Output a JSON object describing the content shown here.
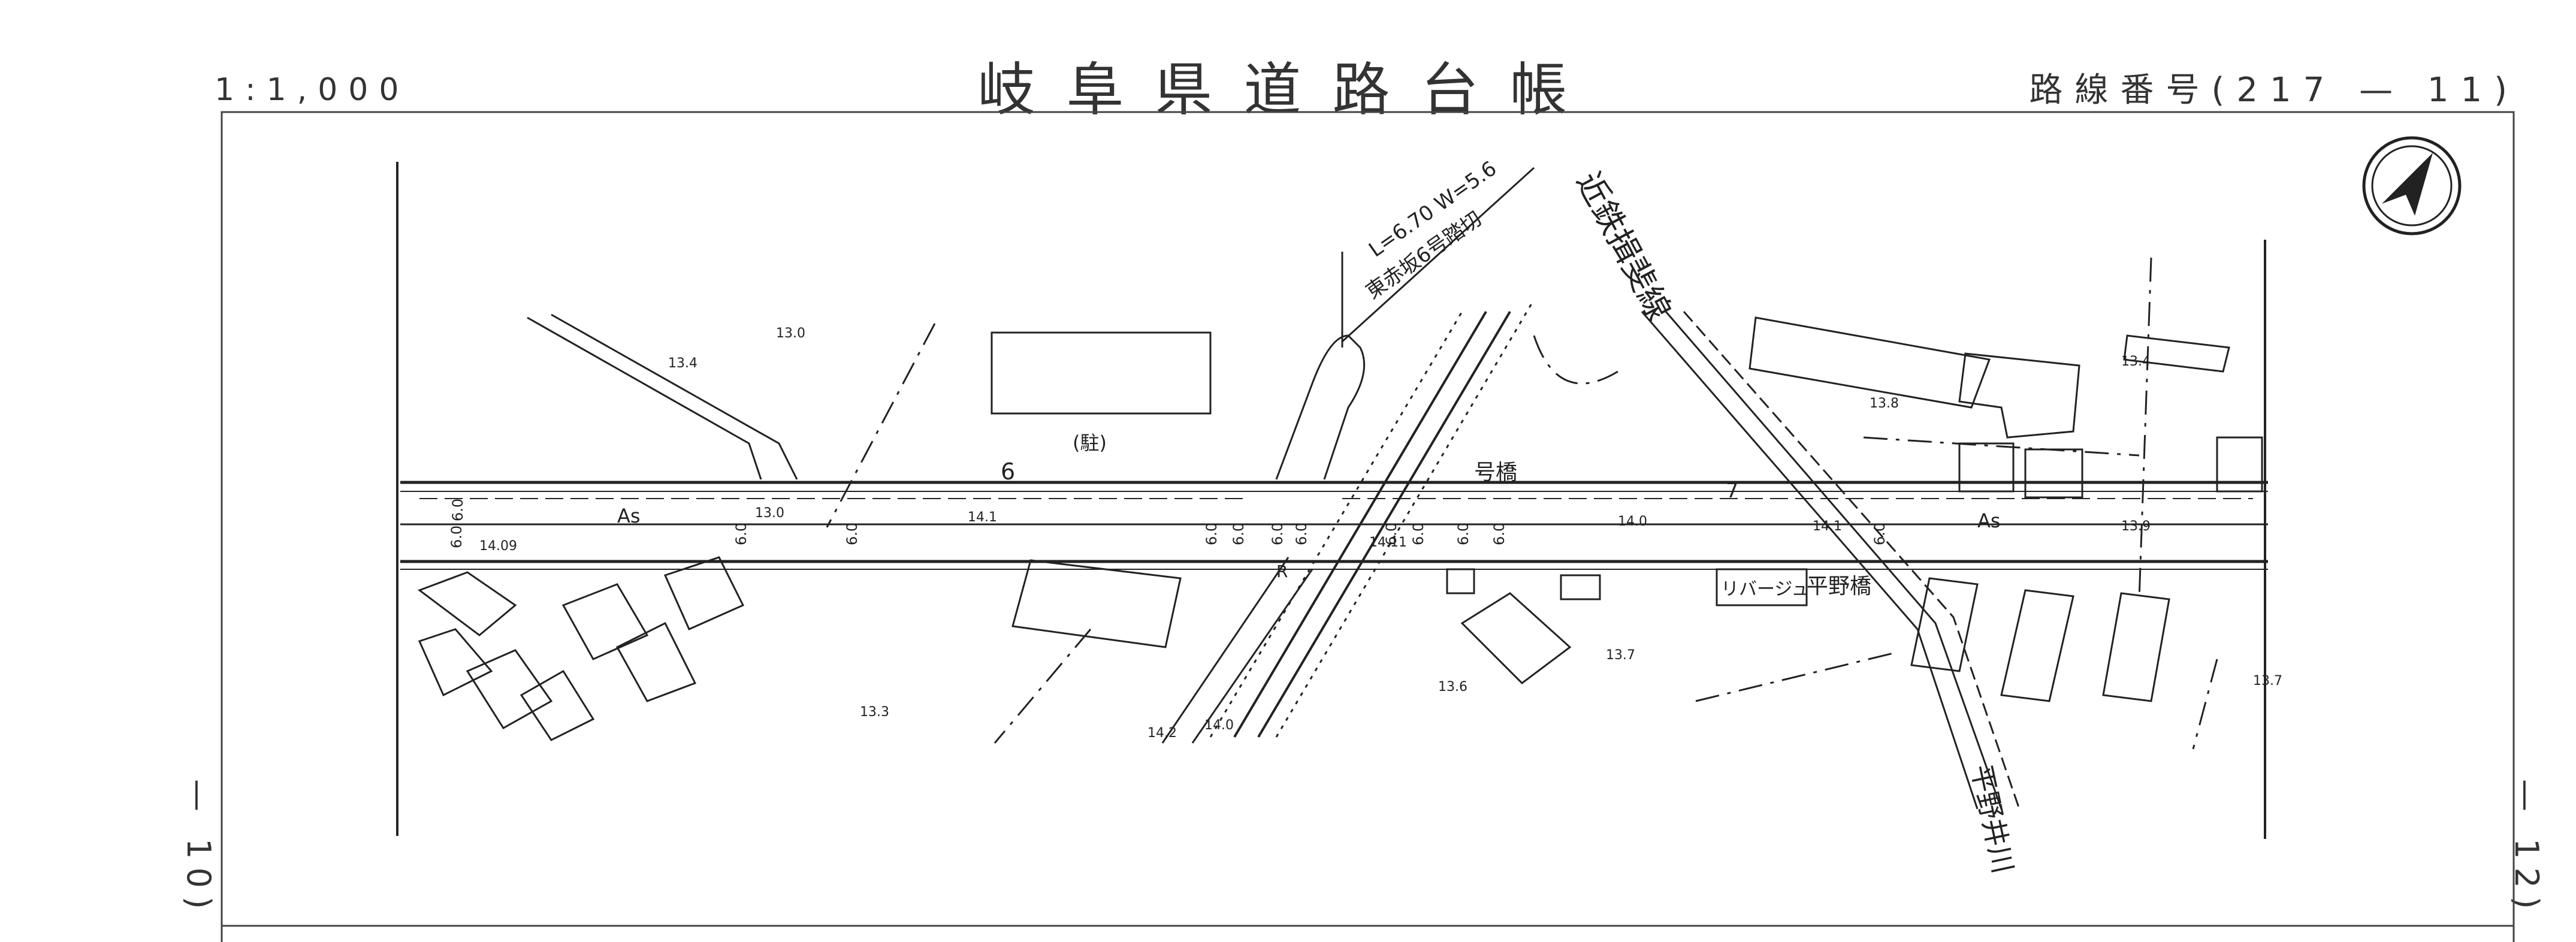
{
  "header": {
    "scale": "1:1,000",
    "title": "岐阜県道路台帳",
    "route_number": "路線番号(217 — 11)"
  },
  "side_labels": {
    "previous_sheet": "— 10)",
    "next_sheet": "— 12)"
  },
  "map": {
    "railway_line": "近鉄揖斐線",
    "railway_crossing": "東赤坂6号踏切",
    "crossing_dims": "L=6.70 W=5.6",
    "parking_label": "(駐)",
    "road_number": "6",
    "road_number_east": "7",
    "bridge_label": "号橋",
    "bridge_name": "平野橋",
    "river_name": "平野井川",
    "shop_label": "リバージュ",
    "surface_west": "As",
    "surface_east": "As",
    "road_mark": "R",
    "elevations": [
      "13.0",
      "13.4",
      "14.09",
      "13.0",
      "14.1",
      "14.11",
      "14.0",
      "14.1",
      "13.9",
      "13.8",
      "13.4",
      "13.3",
      "14.2",
      "14.0",
      "13.6",
      "13.7",
      "13.7"
    ],
    "widths": [
      "6.0",
      "6.0",
      "6.0",
      "6.0",
      "6.0",
      "6.0",
      "6.0",
      "6.0",
      "6.0",
      "6.0",
      "6.0",
      "6.0",
      "6.0"
    ]
  },
  "colors": {
    "ink": "#222222",
    "background": "#ffffff"
  }
}
